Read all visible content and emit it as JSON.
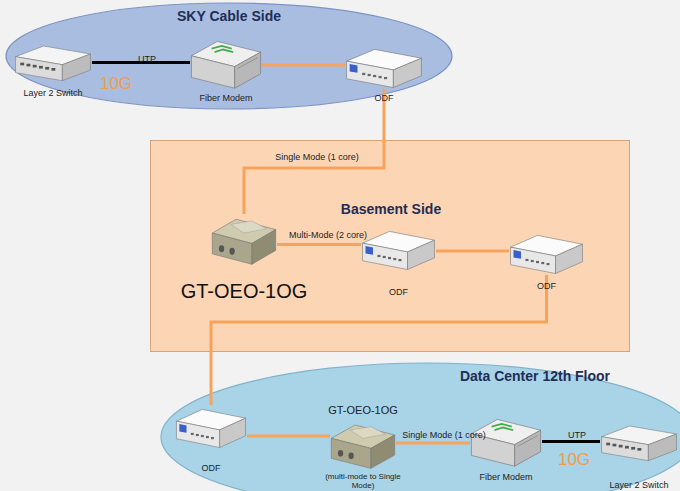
{
  "diagram": {
    "nodes": [
      {
        "text": [
          "SKY Cable Side"
        ]
      },
      {
        "text": [
          "Layer 2 Switch"
        ],
        "in": 0
      },
      {
        "text": [
          "Fiber Modem"
        ],
        "in": 0
      },
      {
        "text": [
          "ODF"
        ],
        "in": 0
      },
      {
        "text": [
          "Basement Side"
        ]
      },
      {
        "text": [
          "GT-OEO-1OG"
        ],
        "in": 4
      },
      {
        "text": [
          "ODF"
        ],
        "in": 4
      },
      {
        "text": [
          "ODF"
        ],
        "in": 4
      },
      {
        "text": [
          "Data Center 12th Floor"
        ]
      },
      {
        "text": [
          "ODF"
        ],
        "in": 8
      },
      {
        "text": [
          "GT-OEO-1OG",
          "(multi-mode to Single Mode)"
        ],
        "in": 8
      },
      {
        "text": [
          "Fiber Modem"
        ],
        "in": 8
      },
      {
        "text": [
          "Layer 2 Switch"
        ],
        "in": 8
      }
    ],
    "edges": [
      {
        "from": 1,
        "to": 2,
        "arrow": "none",
        "label": "UTP"
      },
      {
        "from": 2,
        "to": 3,
        "arrow": "none"
      },
      {
        "from": 3,
        "to": 5,
        "arrow": "none",
        "label": "Single Mode (1 core)"
      },
      {
        "from": 5,
        "to": 6,
        "arrow": "none",
        "label": "Multi-Mode (2 core)"
      },
      {
        "from": 6,
        "to": 7,
        "arrow": "none"
      },
      {
        "from": 7,
        "to": 9,
        "arrow": "none"
      },
      {
        "from": 9,
        "to": 10,
        "arrow": "none"
      },
      {
        "from": 10,
        "to": 11,
        "arrow": "none",
        "label": "Single Mode (1 core)"
      },
      {
        "from": 11,
        "to": 12,
        "arrow": "none",
        "label": "UTP"
      }
    ],
    "labels": [
      "10G",
      "10G"
    ]
  }
}
